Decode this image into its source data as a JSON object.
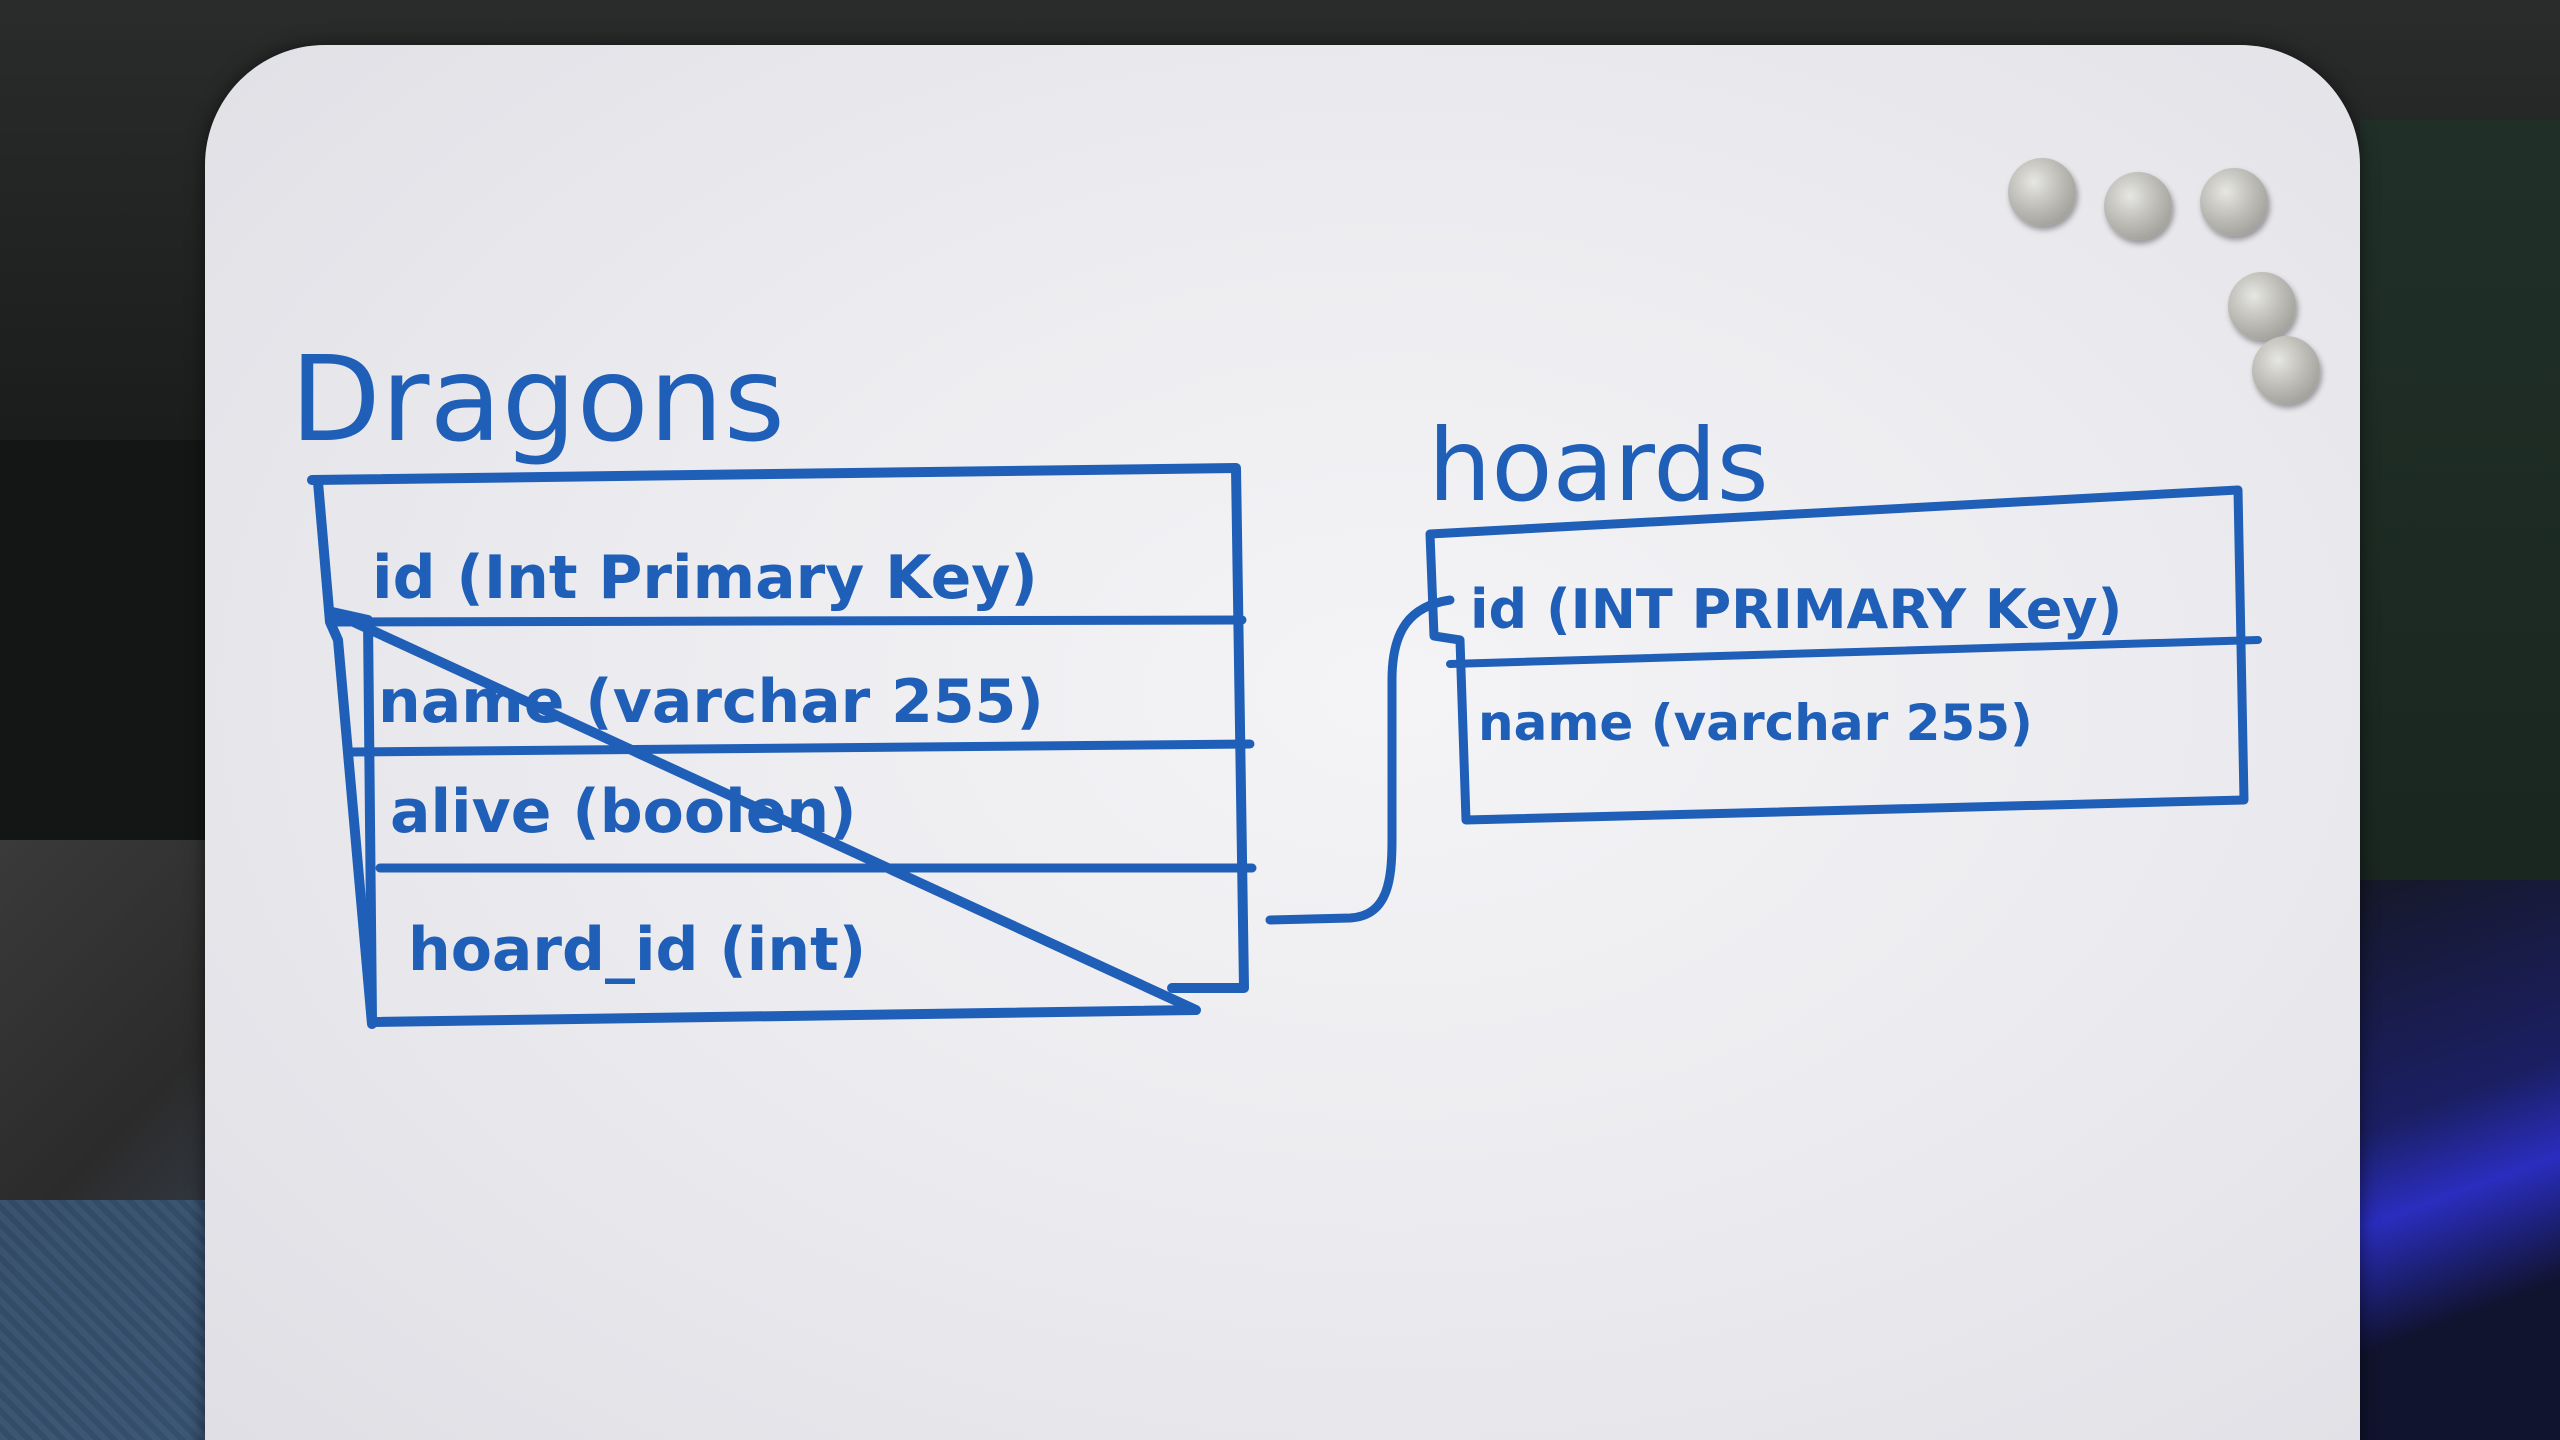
{
  "tables": [
    {
      "name": "Dragons",
      "fields": [
        "id (Int Primary Key)",
        "name (varchar 255)",
        "alive (boolen)",
        "hoard_id (int)"
      ]
    },
    {
      "name": "hoards",
      "fields": [
        "id (INT PRIMARY Key)",
        "name (varchar 255)"
      ]
    }
  ],
  "relationship": {
    "from": "Dragons.hoard_id",
    "to": "hoards.id"
  },
  "colors": {
    "marker": "#1f5fb8",
    "board": "#efeff2"
  }
}
